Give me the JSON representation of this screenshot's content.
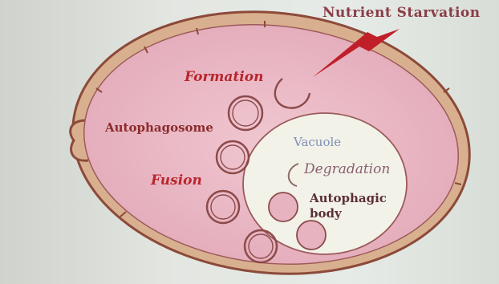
{
  "labels": {
    "nutrient_starvation": "Nutrient Starvation",
    "formation": "Formation",
    "autophagosome": "Autophagosome",
    "fusion": "Fusion",
    "vacuole": "Vacuole",
    "degradation": "Degradation",
    "autophagic_body": "Autophagic body"
  },
  "colors": {
    "cytoplasm": "#e9b9c6",
    "cell_wall": "#caa07d",
    "cell_wall_dark": "#8c4a3a",
    "vacuole": "#f2f2e8",
    "membrane": "#9c5a5a",
    "bolt": "#c01f2a"
  }
}
